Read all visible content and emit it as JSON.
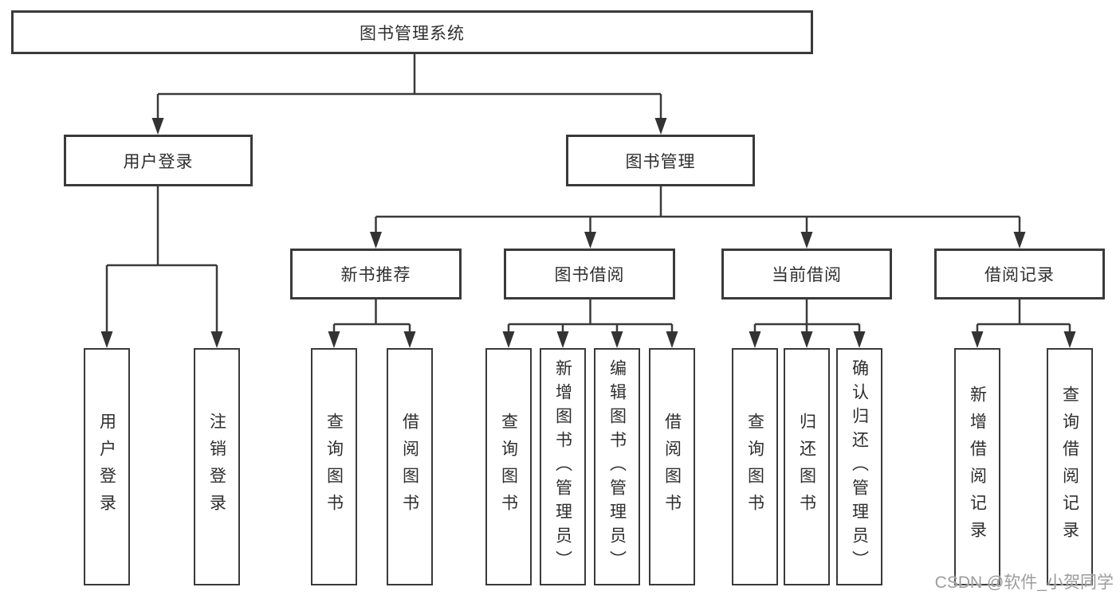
{
  "diagram": {
    "title": "图书管理系统",
    "level2": {
      "user_login": "用户登录",
      "book_mgmt": "图书管理"
    },
    "level3": {
      "new_book": "新书推荐",
      "book_borrow": "图书借阅",
      "current_borrow": "当前借阅",
      "borrow_record": "借阅记录"
    },
    "leaves": {
      "user_login_login": "用户登录",
      "user_login_logout": "注销登录",
      "new_book_query": "查询图书",
      "new_book_borrow": "借阅图书",
      "borrow_query": "查询图书",
      "borrow_add": "新增图书（管理员）",
      "borrow_edit": "编辑图书（管理员）",
      "borrow_borrow": "借阅图书",
      "current_query": "查询图书",
      "current_return": "归还图书",
      "current_confirm": "确认归还（管理员）",
      "record_add": "新增借阅记录",
      "record_query": "查询借阅记录"
    }
  },
  "watermark": "CSDN @软件_小贺同学",
  "colors": {
    "line": "#3a3a3a",
    "text": "#2e2e2e",
    "watermark": "#9c9c9c",
    "background": "#ffffff"
  }
}
